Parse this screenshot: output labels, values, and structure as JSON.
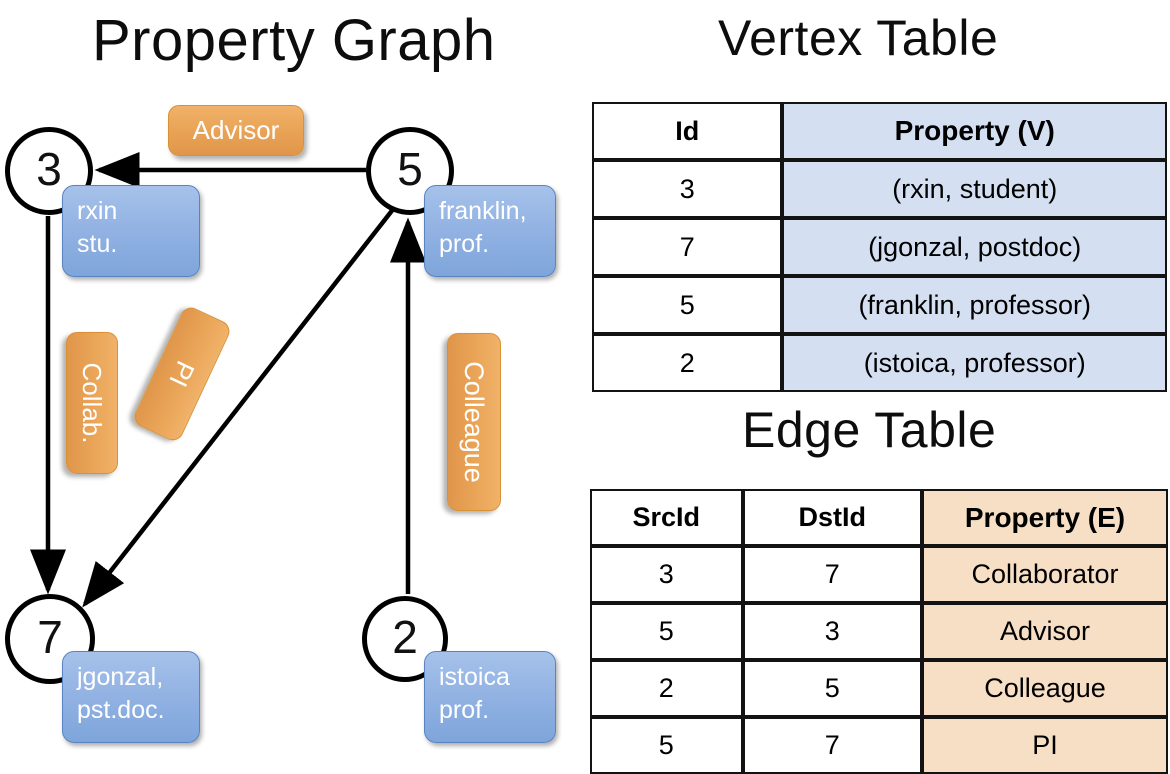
{
  "titles": {
    "property_graph": "Property Graph",
    "vertex_table": "Vertex Table",
    "edge_table": "Edge Table"
  },
  "colors": {
    "node_stroke": "#000000",
    "vertex_prop_fill": "#d4e0f2",
    "edge_prop_fill": "#f7dfc5",
    "callout_blue": "#93b3e3",
    "callout_orange": "#eaa558",
    "background": "#ffffff"
  },
  "graph": {
    "nodes": [
      {
        "id": "3",
        "property": "rxin\nstu."
      },
      {
        "id": "5",
        "property": "franklin,\nprof."
      },
      {
        "id": "7",
        "property": "jgonzal,\npst.doc."
      },
      {
        "id": "2",
        "property": "istoica\nprof."
      }
    ],
    "edge_labels": [
      {
        "key": "advisor",
        "label": "Advisor"
      },
      {
        "key": "collab",
        "label": "Collab."
      },
      {
        "key": "pi",
        "label": "PI"
      },
      {
        "key": "colleague",
        "label": "Colleague"
      }
    ],
    "edges": [
      {
        "from": "5",
        "to": "3",
        "label": "Advisor"
      },
      {
        "from": "3",
        "to": "7",
        "label": "Collab."
      },
      {
        "from": "5",
        "to": "7",
        "label": "PI"
      },
      {
        "from": "2",
        "to": "5",
        "label": "Colleague"
      }
    ]
  },
  "vertex_table": {
    "headers": [
      "Id",
      "Property (V)"
    ],
    "rows": [
      {
        "id": "3",
        "property": "(rxin, student)"
      },
      {
        "id": "7",
        "property": "(jgonzal, postdoc)"
      },
      {
        "id": "5",
        "property": "(franklin, professor)"
      },
      {
        "id": "2",
        "property": "(istoica, professor)"
      }
    ]
  },
  "edge_table": {
    "headers": [
      "SrcId",
      "DstId",
      "Property (E)"
    ],
    "rows": [
      {
        "src": "3",
        "dst": "7",
        "property": "Collaborator"
      },
      {
        "src": "5",
        "dst": "3",
        "property": "Advisor"
      },
      {
        "src": "2",
        "dst": "5",
        "property": "Colleague"
      },
      {
        "src": "5",
        "dst": "7",
        "property": "PI"
      }
    ]
  }
}
